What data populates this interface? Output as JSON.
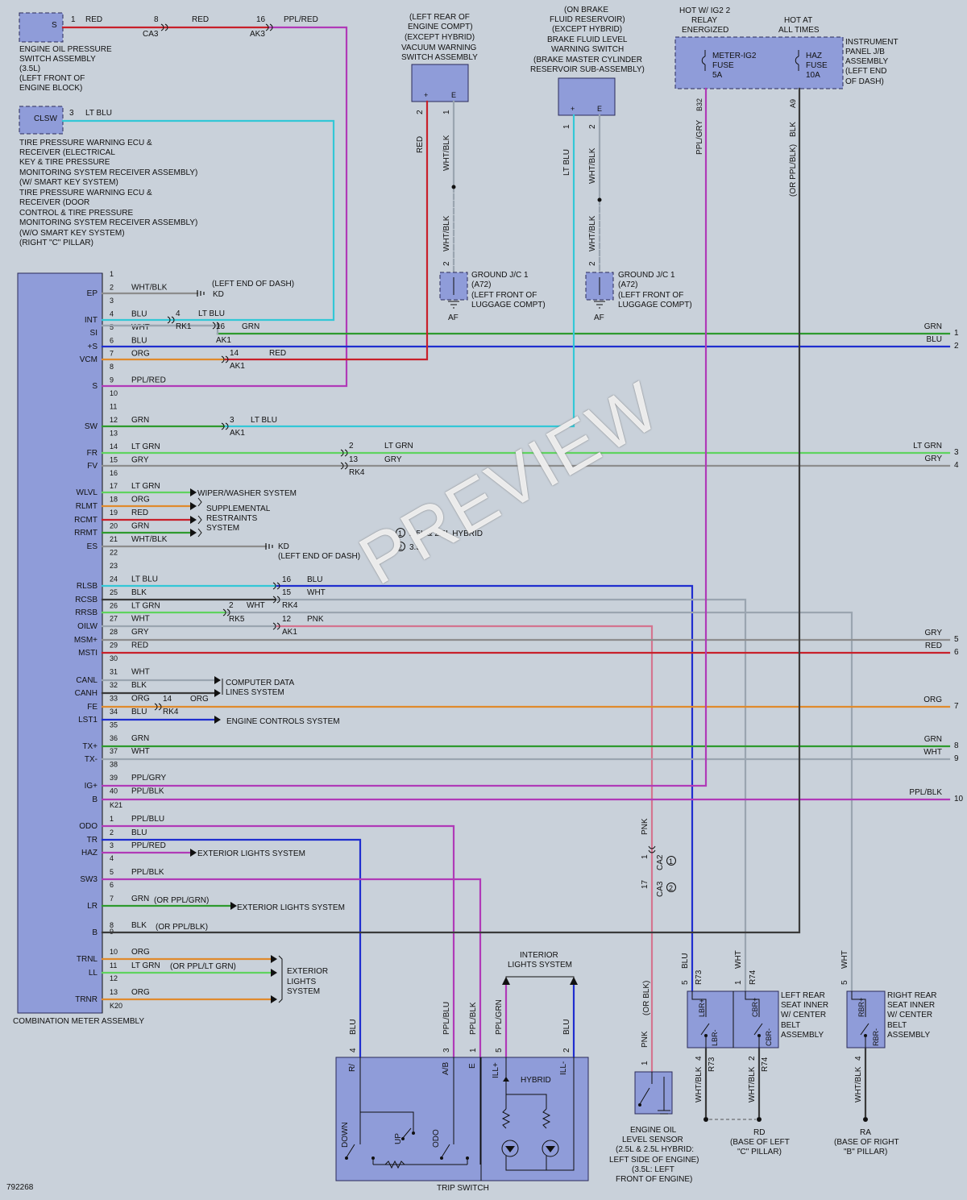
{
  "figure_number": "792268",
  "watermark": "PREVIEW",
  "notes": {
    "note1": "2.5L & 2.5L HYBRID",
    "note2": "3.5L"
  },
  "components": {
    "oil_pressure_switch": {
      "pin": "S",
      "label": [
        "ENGINE OIL PRESSURE",
        "SWITCH ASSEMBLY",
        "(3.5L)",
        "(LEFT FRONT OF",
        "ENGINE BLOCK)"
      ]
    },
    "tpms": {
      "pin": "CLSW",
      "label": [
        "TIRE PRESSURE WARNING ECU &",
        "RECEIVER (ELECTRICAL",
        "KEY & TIRE PRESSURE",
        "MONITORING SYSTEM RECEIVER ASSEMBLY)",
        "(W/ SMART KEY SYSTEM)",
        "TIRE PRESSURE WARNING ECU &",
        "RECEIVER (DOOR",
        "CONTROL & TIRE PRESSURE",
        "MONITORING SYSTEM RECEIVER ASSEMBLY)",
        "(W/O SMART KEY SYSTEM)",
        "(RIGHT \"C\" PILLAR)"
      ]
    },
    "vacuum_switch": {
      "label": [
        "(LEFT REAR OF",
        "ENGINE COMPT)",
        "(EXCEPT HYBRID)",
        "VACUUM WARNING",
        "SWITCH ASSEMBLY"
      ]
    },
    "brake_fluid_switch": {
      "label": [
        "(ON BRAKE",
        "FLUID RESERVOIR)",
        "(EXCEPT HYBRID)",
        "BRAKE FLUID LEVEL",
        "WARNING SWITCH",
        "(BRAKE MASTER CYLINDER",
        "RESERVOIR SUB-ASSEMBLY)"
      ]
    },
    "relay_header": [
      "HOT W/ IG2 2",
      "RELAY",
      "ENERGIZED"
    ],
    "hot_header": [
      "HOT AT",
      "ALL TIMES"
    ],
    "jb": {
      "fuse1": [
        "METER-IG2",
        "FUSE",
        "5A"
      ],
      "fuse2": [
        "HAZ",
        "FUSE",
        "10A"
      ],
      "label": [
        "INSTRUMENT",
        "PANEL J/B",
        "ASSEMBLY",
        "(LEFT END",
        "OF DASH)"
      ]
    },
    "ground1": {
      "label": [
        "GROUND J/C 1",
        "(A72)",
        "(LEFT FRONT OF",
        "LUGGAGE COMPT)"
      ],
      "ref": "AF"
    },
    "combination_meter": {
      "label": "COMBINATION METER ASSEMBLY",
      "connector1": "K21",
      "connector2": "K20"
    },
    "trip_switch": {
      "label": "TRIP SWITCH",
      "pins": [
        "R/",
        "A/B",
        "E",
        "ILL+",
        "ILL-"
      ],
      "switches": [
        "DOWN",
        "UP",
        "ODO"
      ],
      "hybrid": "HYBRID"
    },
    "interior_lights": [
      "INTERIOR",
      "LIGHTS SYSTEM"
    ],
    "oil_level_sensor": {
      "label": [
        "ENGINE OIL",
        "LEVEL SENSOR",
        "(2.5L & 2.5L HYBRID:",
        "LEFT SIDE OF ENGINE)",
        "(3.5L: LEFT",
        "FRONT OF ENGINE)"
      ]
    },
    "left_rear_belt": {
      "label": [
        "LEFT REAR",
        "SEAT INNER",
        "W/ CENTER",
        "BELT",
        "ASSEMBLY"
      ],
      "pins": [
        "LBR+",
        "LBR-",
        "CBR+",
        "CBR-"
      ]
    },
    "right_rear_belt": {
      "label": [
        "RIGHT REAR",
        "SEAT INNER",
        "W/ CENTER",
        "BELT",
        "ASSEMBLY"
      ],
      "pins": [
        "RBR+",
        "RBR-"
      ]
    },
    "grounds": {
      "rd": [
        "RD",
        "(BASE OF LEFT",
        "\"C\" PILLAR)"
      ],
      "ra": [
        "RA",
        "(BASE OF RIGHT",
        "\"B\" PILLAR)"
      ],
      "kd1": [
        "KD",
        "(LEFT END OF DASH)"
      ],
      "kd2": [
        "KD",
        "(LEFT END OF DASH)"
      ]
    }
  },
  "meter_pins_k21": [
    {
      "n": "1",
      "sig": "",
      "wire": ""
    },
    {
      "n": "2",
      "sig": "EP",
      "wire": "WHT/BLK"
    },
    {
      "n": "3",
      "sig": "",
      "wire": ""
    },
    {
      "n": "4",
      "sig": "INT",
      "wire": "BLU"
    },
    {
      "n": "5",
      "sig": "SI",
      "wire": "WHT"
    },
    {
      "n": "6",
      "sig": "+S",
      "wire": "BLU"
    },
    {
      "n": "7",
      "sig": "VCM",
      "wire": "ORG"
    },
    {
      "n": "8",
      "sig": "",
      "wire": ""
    },
    {
      "n": "9",
      "sig": "S",
      "wire": "PPL/RED"
    },
    {
      "n": "10",
      "sig": "",
      "wire": ""
    },
    {
      "n": "11",
      "sig": "",
      "wire": ""
    },
    {
      "n": "12",
      "sig": "SW",
      "wire": "GRN"
    },
    {
      "n": "13",
      "sig": "",
      "wire": ""
    },
    {
      "n": "14",
      "sig": "FR",
      "wire": "LT GRN"
    },
    {
      "n": "15",
      "sig": "FV",
      "wire": "GRY"
    },
    {
      "n": "16",
      "sig": "",
      "wire": ""
    },
    {
      "n": "17",
      "sig": "WLVL",
      "wire": "LT GRN"
    },
    {
      "n": "18",
      "sig": "RLMT",
      "wire": "ORG"
    },
    {
      "n": "19",
      "sig": "RCMT",
      "wire": "RED"
    },
    {
      "n": "20",
      "sig": "RRMT",
      "wire": "GRN"
    },
    {
      "n": "21",
      "sig": "ES",
      "wire": "WHT/BLK"
    },
    {
      "n": "22",
      "sig": "",
      "wire": ""
    },
    {
      "n": "23",
      "sig": "",
      "wire": ""
    },
    {
      "n": "24",
      "sig": "RLSB",
      "wire": "LT BLU"
    },
    {
      "n": "25",
      "sig": "RCSB",
      "wire": "BLK"
    },
    {
      "n": "26",
      "sig": "RRSB",
      "wire": "LT GRN"
    },
    {
      "n": "27",
      "sig": "OILW",
      "wire": "WHT"
    },
    {
      "n": "28",
      "sig": "MSM+",
      "wire": "GRY"
    },
    {
      "n": "29",
      "sig": "MSTI",
      "wire": "RED"
    },
    {
      "n": "30",
      "sig": "",
      "wire": ""
    },
    {
      "n": "31",
      "sig": "CANL",
      "wire": "WHT"
    },
    {
      "n": "32",
      "sig": "CANH",
      "wire": "BLK"
    },
    {
      "n": "33",
      "sig": "FE",
      "wire": "ORG"
    },
    {
      "n": "34",
      "sig": "LST1",
      "wire": "BLU"
    },
    {
      "n": "35",
      "sig": "",
      "wire": ""
    },
    {
      "n": "36",
      "sig": "TX+",
      "wire": "GRN"
    },
    {
      "n": "37",
      "sig": "TX-",
      "wire": "WHT"
    },
    {
      "n": "38",
      "sig": "",
      "wire": ""
    },
    {
      "n": "39",
      "sig": "IG+",
      "wire": "PPL/GRY"
    },
    {
      "n": "40",
      "sig": "B",
      "wire": "PPL/BLK"
    }
  ],
  "meter_pins_k20": [
    {
      "n": "1",
      "sig": "ODO",
      "wire": "PPL/BLU"
    },
    {
      "n": "2",
      "sig": "TR",
      "wire": "BLU"
    },
    {
      "n": "3",
      "sig": "HAZ",
      "wire": "PPL/RED"
    },
    {
      "n": "4",
      "sig": "",
      "wire": ""
    },
    {
      "n": "5",
      "sig": "SW3",
      "wire": "PPL/BLK"
    },
    {
      "n": "6",
      "sig": "",
      "wire": ""
    },
    {
      "n": "7",
      "sig": "LR",
      "wire": "GRN"
    },
    {
      "n": "8",
      "sig": "B",
      "wire": "BLK"
    },
    {
      "n": "9",
      "sig": "",
      "wire": ""
    },
    {
      "n": "10",
      "sig": "TRNL",
      "wire": "ORG"
    },
    {
      "n": "11",
      "sig": "LL",
      "wire": "LT GRN"
    },
    {
      "n": "12",
      "sig": "",
      "wire": ""
    },
    {
      "n": "13",
      "sig": "TRNR",
      "wire": "ORG"
    }
  ],
  "systems": {
    "wiper": "WIPER/WASHER SYSTEM",
    "srs": [
      "SUPPLEMENTAL",
      "RESTRAINTS",
      "SYSTEM"
    ],
    "can": [
      "COMPUTER DATA",
      "LINES SYSTEM"
    ],
    "engine": "ENGINE CONTROLS SYSTEM",
    "ext1": "EXTERIOR LIGHTS SYSTEM",
    "ext2": "EXTERIOR LIGHTS SYSTEM",
    "ext3": [
      "EXTERIOR",
      "LIGHTS",
      "SYSTEM"
    ]
  },
  "right_edge": [
    {
      "n": "1",
      "wire": "GRN"
    },
    {
      "n": "2",
      "wire": "BLU"
    },
    {
      "n": "3",
      "wire": "LT GRN"
    },
    {
      "n": "4",
      "wire": "GRY"
    },
    {
      "n": "5",
      "wire": "GRY"
    },
    {
      "n": "6",
      "wire": "RED"
    },
    {
      "n": "7",
      "wire": "ORG"
    },
    {
      "n": "8",
      "wire": "GRN"
    },
    {
      "n": "9",
      "wire": "WHT"
    },
    {
      "n": "10",
      "wire": "PPL/BLK"
    }
  ],
  "wire_labels": {
    "red1": "RED",
    "red2": "RED",
    "pplred_top": "PPL/RED",
    "ltblu_top": "LT BLU",
    "ca3": "CA3",
    "ak3": "AK3",
    "rk1": "RK1",
    "ak1": "AK1",
    "rk4": "RK4",
    "rk5": "RK5",
    "grn16": "GRN",
    "red14": "RED",
    "ltblu3": "LT BLU",
    "ltgrn2": "LT GRN",
    "gry13": "GRY",
    "blu16": "BLU",
    "wht15": "WHT",
    "wht2": "WHT",
    "pnk12": "PNK",
    "org14": "ORG",
    "ltblu4": "LT BLU",
    "vac_red": "RED",
    "vac_whtblk": "WHT/BLK",
    "vac_whtblk2": "WHT/BLK",
    "bf_ltblu": "LT BLU",
    "bf_whtblk": "WHT/BLK",
    "bf_whtblk2": "WHT/BLK",
    "pplgry": "PPL/GRY",
    "blk_orpplblk": "BLK",
    "or_pplblk": "(OR PPL/BLK)",
    "b32": "B32",
    "a9": "A9",
    "or_pplgrn": "(OR PPL/GRN)",
    "or_pplblk2": "(OR PPL/BLK)",
    "or_pplltgrn": "(OR PPL/LT GRN)",
    "pnk_vert": "PNK",
    "pnk_vert2": "PNK",
    "or_blk": "(OR BLK)",
    "ca2": "CA2",
    "ca3b": "CA3",
    "blu_trip": "BLU",
    "pplblu_trip": "PPL/BLU",
    "pplblk_trip": "PPL/BLK",
    "pplgrn_trip": "PPL/GRN",
    "blu_trip2": "BLU",
    "blu_lbr": "BLU",
    "wht_cbr": "WHT",
    "wht_rbr": "WHT",
    "r73": "R73",
    "r74": "R74",
    "r73b": "R73",
    "r74b": "R74",
    "whtblk_g1": "WHT/BLK",
    "whtblk_g2": "WHT/BLK",
    "whtblk_g3": "WHT/BLK"
  }
}
